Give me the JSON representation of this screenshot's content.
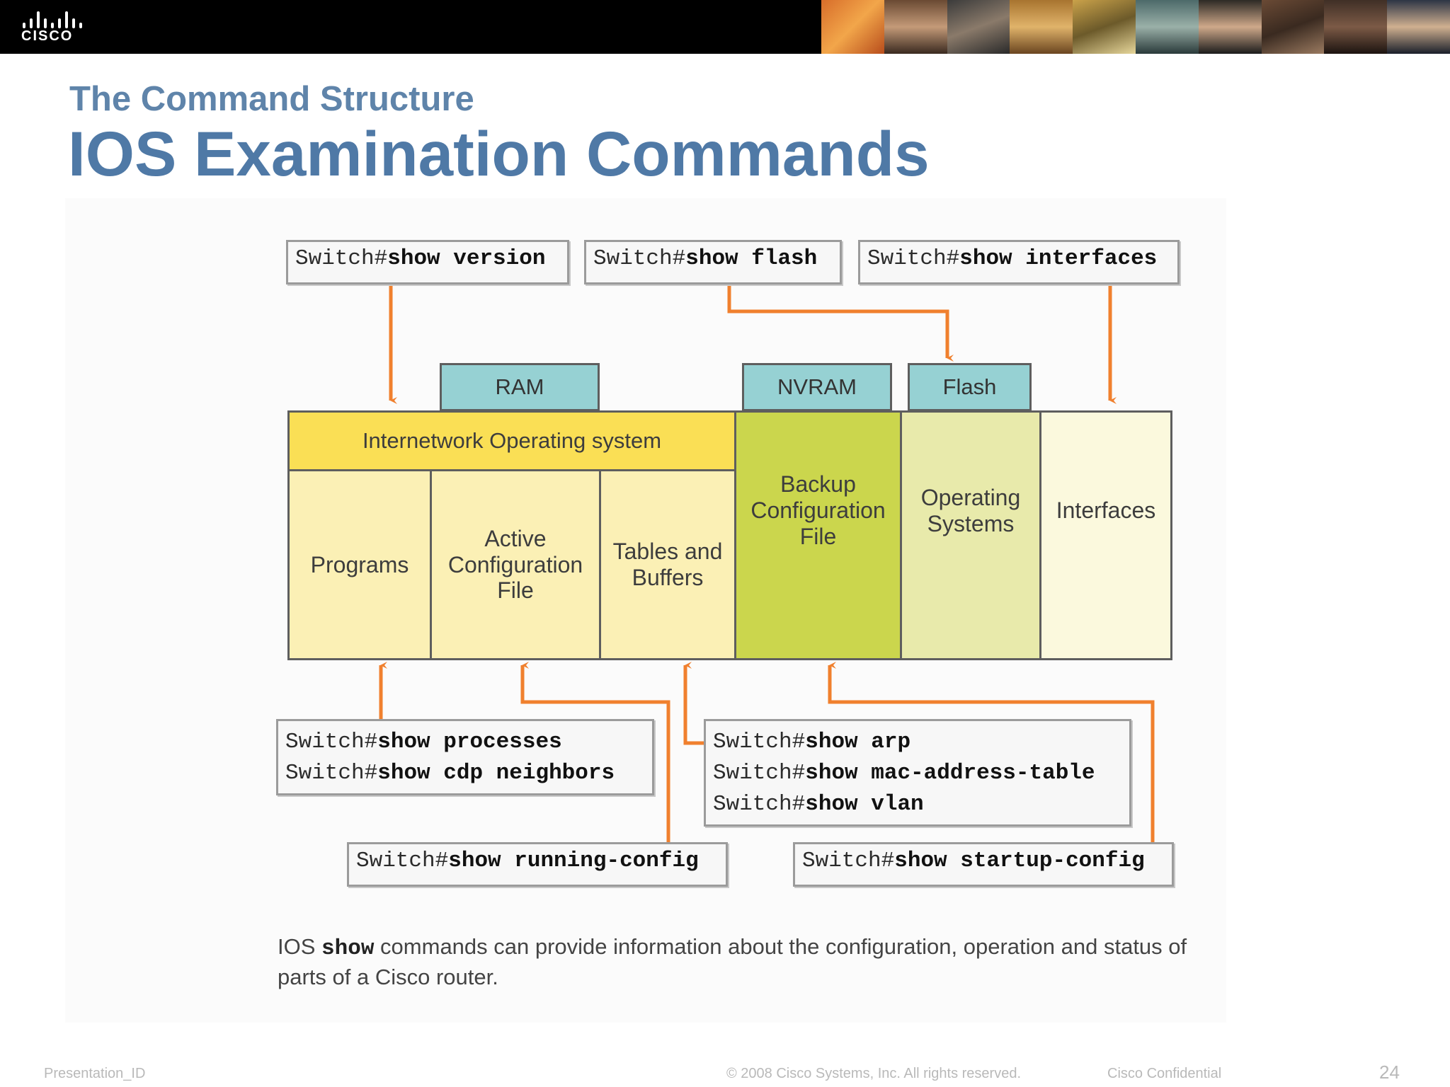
{
  "brand": {
    "logo_text": "CISCO"
  },
  "slide": {
    "subtitle": "The Command Structure",
    "title": "IOS Examination Commands"
  },
  "commands": {
    "show_version": {
      "prompt": "Switch#",
      "cmd": "show version"
    },
    "show_flash": {
      "prompt": "Switch#",
      "cmd": "show flash"
    },
    "show_interfaces": {
      "prompt": "Switch#",
      "cmd": "show interfaces"
    },
    "processes_box": [
      {
        "prompt": "Switch#",
        "cmd": "show processes"
      },
      {
        "prompt": "Switch#",
        "cmd": "show cdp neighbors"
      }
    ],
    "tables_box": [
      {
        "prompt": "Switch#",
        "cmd": "show arp"
      },
      {
        "prompt": "Switch#",
        "cmd": "show mac-address-table"
      },
      {
        "prompt": "Switch#",
        "cmd": "show vlan"
      }
    ],
    "show_running": {
      "prompt": "Switch#",
      "cmd": "show running-config"
    },
    "show_startup": {
      "prompt": "Switch#",
      "cmd": "show startup-config"
    }
  },
  "memory_labels": {
    "ram": "RAM",
    "nvram": "NVRAM",
    "flash": "Flash"
  },
  "blocks": {
    "ios": "Internetwork Operating system",
    "programs": "Programs",
    "active_config": [
      "Active",
      "Configuration",
      "File"
    ],
    "tables_buffers": [
      "Tables and",
      "Buffers"
    ],
    "backup_config": [
      "Backup",
      "Configuration",
      "File"
    ],
    "operating_systems": [
      "Operating",
      "Systems"
    ],
    "interfaces": "Interfaces"
  },
  "caption": {
    "prefix": "IOS ",
    "code": "show",
    "suffix": " commands can provide information about the configuration, operation and status of parts of a Cisco router."
  },
  "footer": {
    "presentation_id": "Presentation_ID",
    "copyright": "© 2008 Cisco Systems, Inc. All rights reserved.",
    "confidential": "Cisco Confidential",
    "page_number": "24"
  },
  "colors": {
    "arrow": "#f0802e",
    "ram_label": "#96d1d3",
    "ios_header": "#fadf55",
    "ram_cell": "#fbf0b5",
    "nvram_cell": "#cbd64d",
    "flash_cell": "#e8eaab",
    "interfaces_cell": "#fbf9dd",
    "title": "#4f79a6"
  }
}
